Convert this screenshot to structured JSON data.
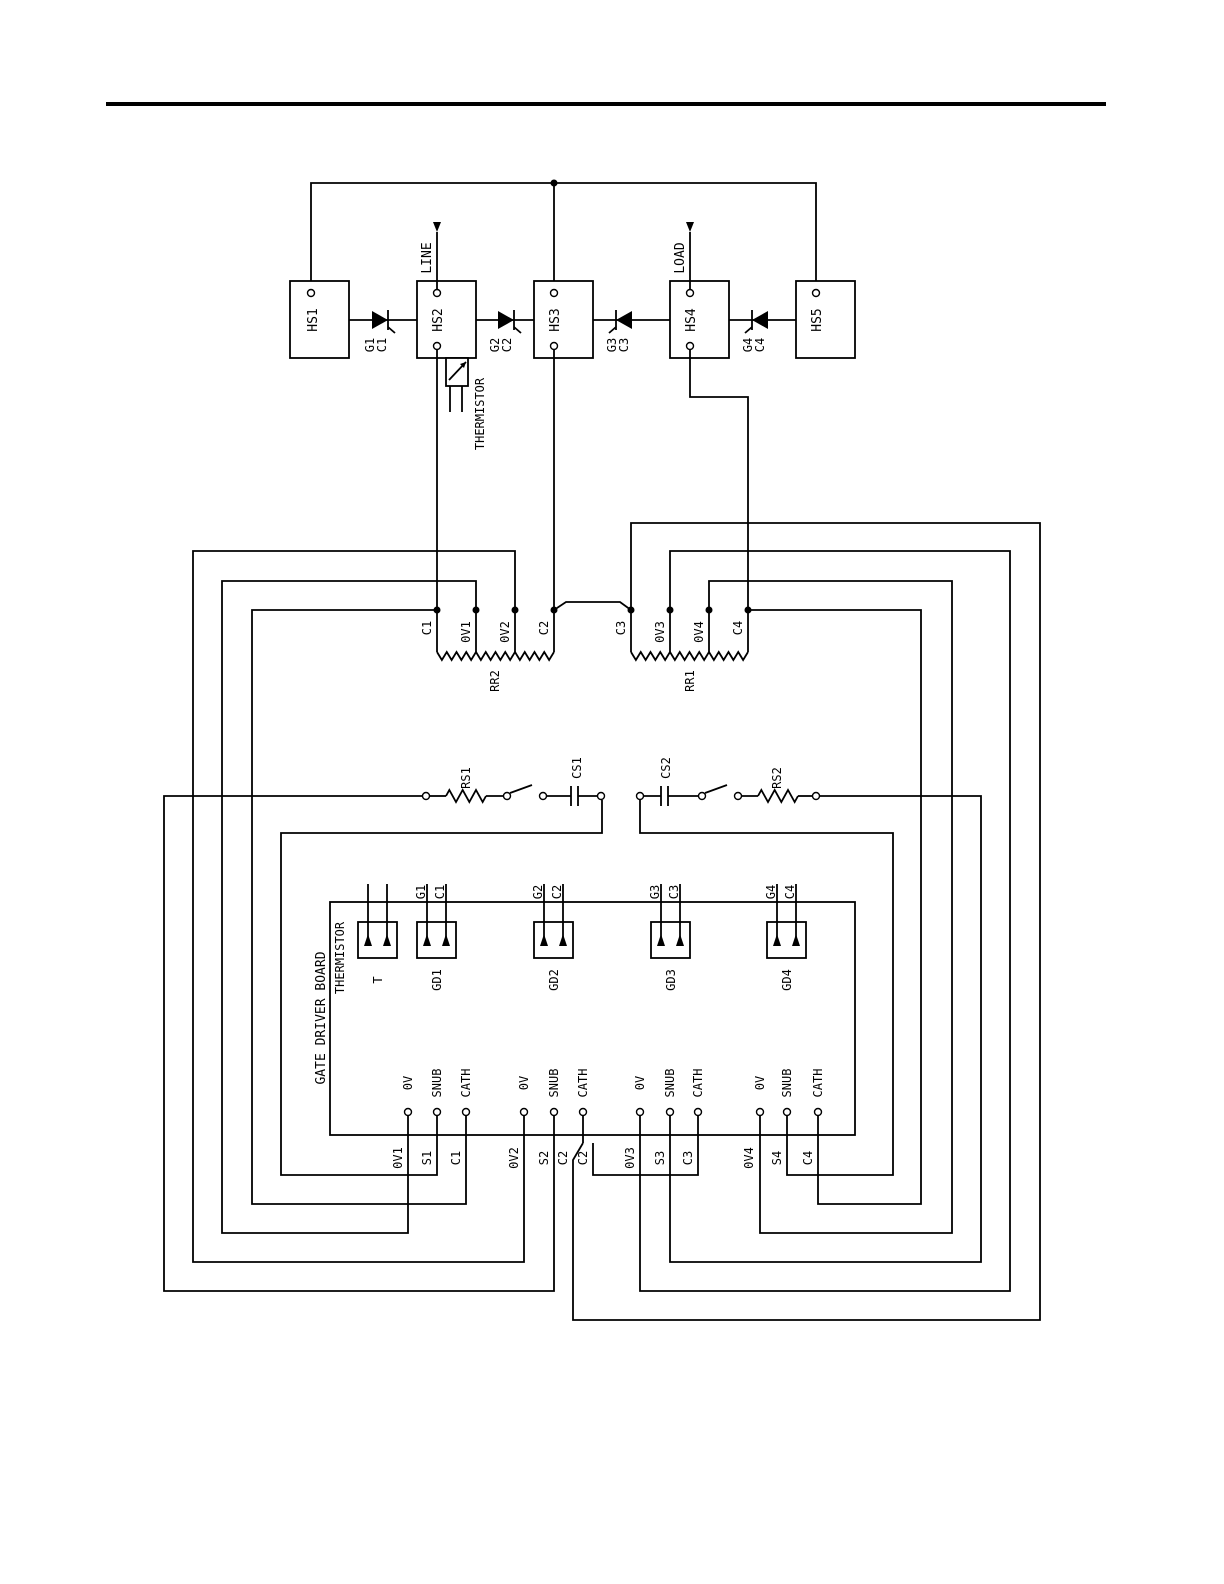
{
  "heatsinks": [
    "HS1",
    "HS2",
    "HS3",
    "HS4",
    "HS5"
  ],
  "scrs": [
    {
      "gate": "G1",
      "cathode": "C1"
    },
    {
      "gate": "G2",
      "cathode": "C2"
    },
    {
      "gate": "G3",
      "cathode": "C3"
    },
    {
      "gate": "G4",
      "cathode": "C4"
    }
  ],
  "line_label": "LINE",
  "load_label": "LOAD",
  "thermistor_label": "THERMISTOR",
  "rr2": {
    "name": "RR2",
    "taps": [
      "C1",
      "0V1",
      "0V2",
      "C2"
    ]
  },
  "rr1": {
    "name": "RR1",
    "taps": [
      "C3",
      "0V3",
      "0V4",
      "C4"
    ]
  },
  "snubber1": {
    "resistor": "RS1",
    "capacitor": "CS1"
  },
  "snubber2": {
    "capacitor": "CS2",
    "resistor": "RS2"
  },
  "board": {
    "title": "GATE DRIVER BOARD",
    "thermistor_title": "THERMISTOR",
    "connectors": [
      {
        "name": "T",
        "pins": [
          "",
          ""
        ]
      },
      {
        "name": "GD1",
        "pins": [
          "G1",
          "C1"
        ]
      },
      {
        "name": "GD2",
        "pins": [
          "G2",
          "C2"
        ]
      },
      {
        "name": "GD3",
        "pins": [
          "G3",
          "C3"
        ]
      },
      {
        "name": "GD4",
        "pins": [
          "G4",
          "C4"
        ]
      }
    ],
    "inputs": [
      "0V",
      "SNUB",
      "CATH",
      "0V",
      "SNUB",
      "CATH",
      "0V",
      "SNUB",
      "CATH",
      "0V",
      "SNUB",
      "CATH"
    ],
    "wires": [
      "0V1",
      "S1",
      "C1",
      "0V2",
      "S2",
      "C2",
      "C2",
      "0V3",
      "S3",
      "C3",
      "0V4",
      "S4",
      "C4"
    ]
  }
}
